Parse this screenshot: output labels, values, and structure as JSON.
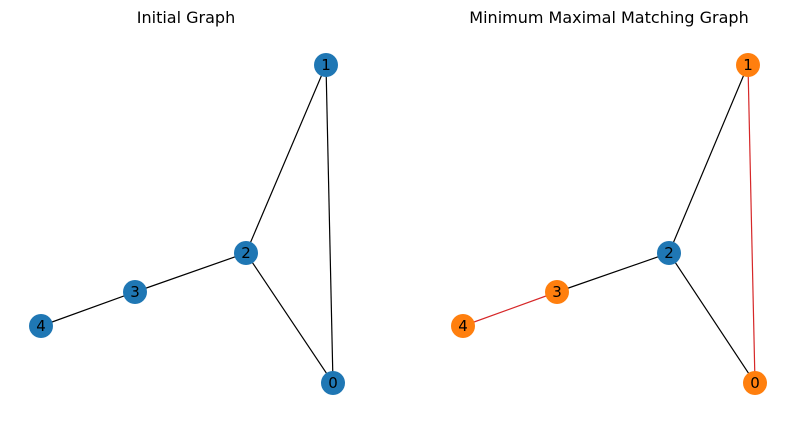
{
  "panels": [
    {
      "title": "Initial Graph",
      "node_color": "#1f77b4",
      "nodes": [
        {
          "id": "0"
        },
        {
          "id": "1"
        },
        {
          "id": "2"
        },
        {
          "id": "3"
        },
        {
          "id": "4"
        }
      ],
      "edges": [
        {
          "from": "1",
          "to": "2",
          "color": "#000000"
        },
        {
          "from": "1",
          "to": "0",
          "color": "#000000"
        },
        {
          "from": "2",
          "to": "3",
          "color": "#000000"
        },
        {
          "from": "2",
          "to": "0",
          "color": "#000000"
        },
        {
          "from": "3",
          "to": "4",
          "color": "#000000"
        }
      ]
    },
    {
      "title": "Minimum Maximal Matching Graph",
      "nodes": [
        {
          "id": "0",
          "color": "#ff7f0e"
        },
        {
          "id": "1",
          "color": "#ff7f0e"
        },
        {
          "id": "2",
          "color": "#1f77b4"
        },
        {
          "id": "3",
          "color": "#ff7f0e"
        },
        {
          "id": "4",
          "color": "#ff7f0e"
        }
      ],
      "edges": [
        {
          "from": "1",
          "to": "2",
          "color": "#000000"
        },
        {
          "from": "1",
          "to": "0",
          "color": "#d62728"
        },
        {
          "from": "2",
          "to": "3",
          "color": "#000000"
        },
        {
          "from": "2",
          "to": "0",
          "color": "#000000"
        },
        {
          "from": "3",
          "to": "4",
          "color": "#d62728"
        }
      ]
    }
  ]
}
